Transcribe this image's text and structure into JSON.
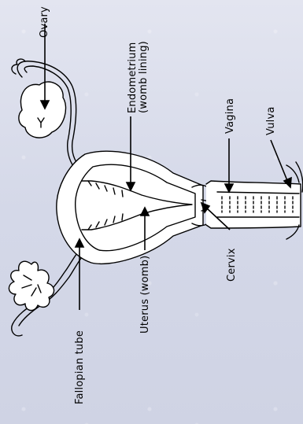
{
  "diagram": {
    "labels": {
      "ovary": "Ovary",
      "endometrium": "Endometrium\n(womb lining)",
      "vagina": "Vagina",
      "vulva": "Vulva",
      "fallopian_tube": "Fallopian tube",
      "uterus": "Uterus (womb)",
      "cervix": "Cervix"
    },
    "colors": {
      "background": "#d9dcea",
      "outline": "#000000",
      "fill": "#ffffff"
    }
  }
}
